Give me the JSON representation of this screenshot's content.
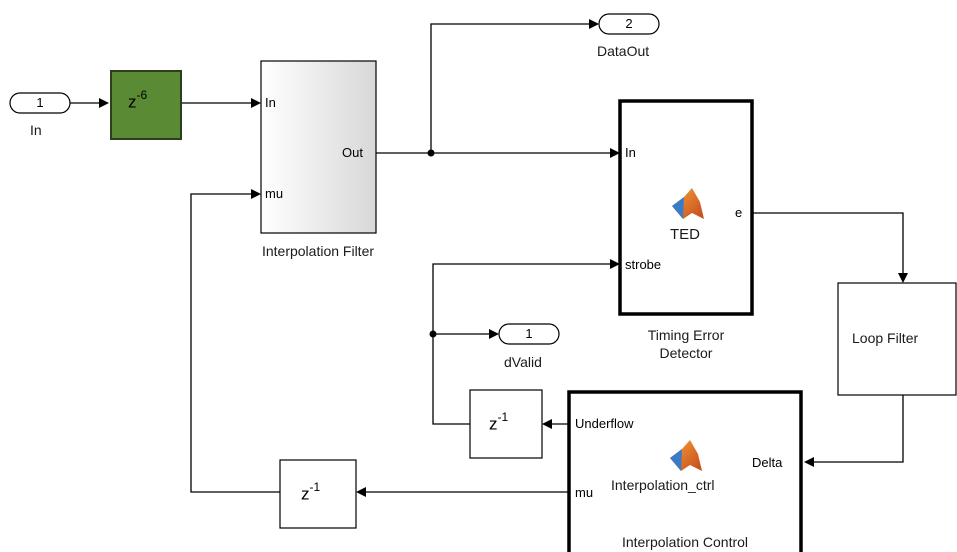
{
  "inports": [
    {
      "number": "1",
      "name": "In"
    }
  ],
  "outports": [
    {
      "number": "2",
      "name": "DataOut"
    },
    {
      "number": "1",
      "name": "dValid"
    }
  ],
  "blocks": {
    "input_delay": {
      "base": "z",
      "exponent": "-6",
      "color": "#5a8a34"
    },
    "interpolation_filter": {
      "caption": "Interpolation Filter",
      "in_port": "In",
      "mu_port": "mu",
      "out_port": "Out"
    },
    "ted": {
      "name": "TED",
      "caption_line1": "Timing Error",
      "caption_line2": "Detector",
      "in_port": "In",
      "strobe_port": "strobe",
      "e_port": "e",
      "icon": "matlab-function-icon"
    },
    "loop_filter": {
      "name": "Loop Filter"
    },
    "interpolation_control": {
      "name": "Interpolation_ctrl",
      "caption": "Interpolation Control",
      "underflow_port": "Underflow",
      "delta_port": "Delta",
      "mu_port": "mu",
      "icon": "matlab-function-icon"
    },
    "underflow_delay": {
      "base": "z",
      "exponent": "-1"
    },
    "mu_delay": {
      "base": "z",
      "exponent": "-1"
    }
  }
}
